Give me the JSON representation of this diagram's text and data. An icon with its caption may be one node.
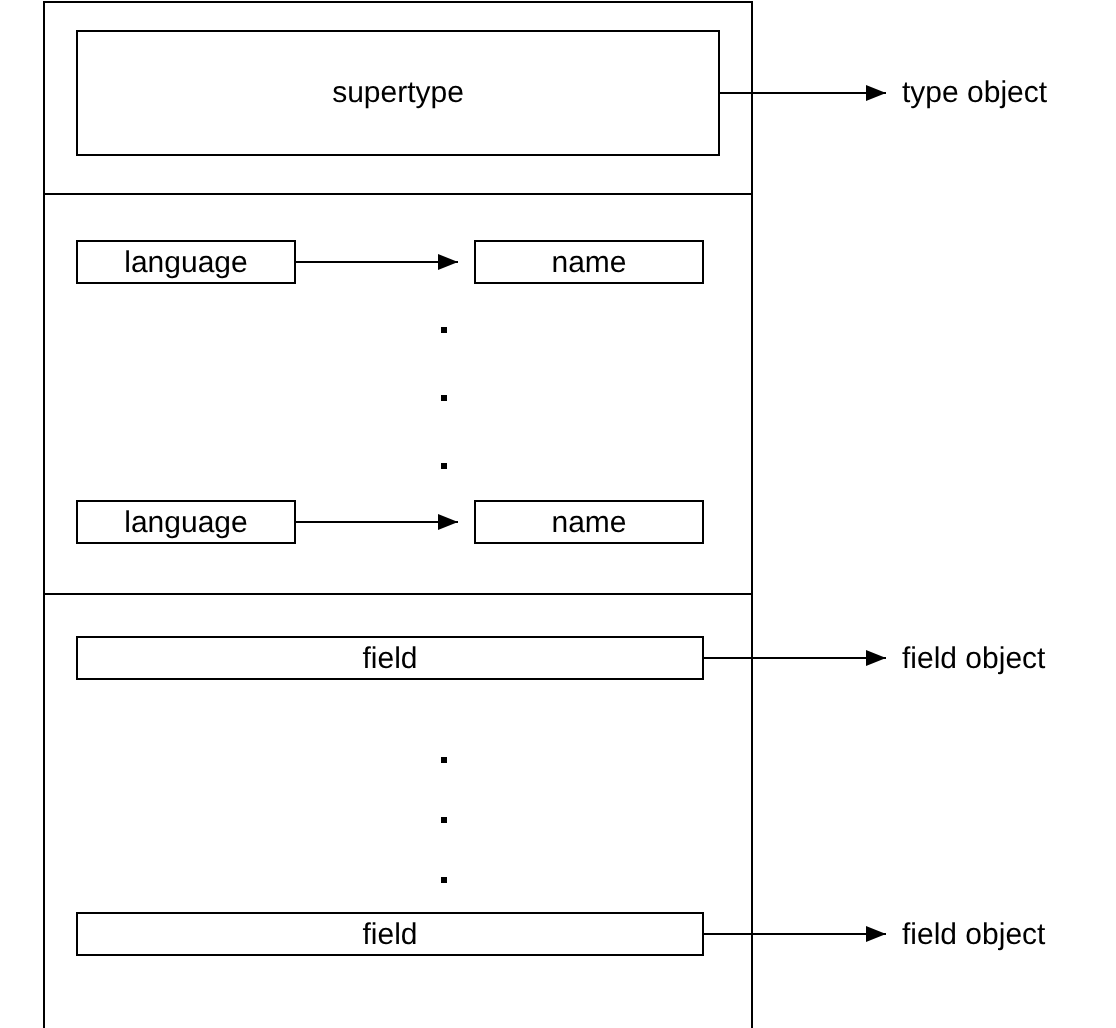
{
  "diagram": {
    "nodes": [
      {
        "text": [
          "supertype"
        ]
      },
      {
        "text": [
          "type object"
        ]
      },
      {
        "text": [
          "language"
        ]
      },
      {
        "text": [
          "name"
        ]
      },
      {
        "text": [
          "language"
        ]
      },
      {
        "text": [
          "name"
        ]
      },
      {
        "text": [
          "field"
        ]
      },
      {
        "text": [
          "field object"
        ]
      },
      {
        "text": [
          "field"
        ]
      },
      {
        "text": [
          "field object"
        ]
      }
    ],
    "edges": [
      {
        "from": 0,
        "to": 1,
        "arrow": "to"
      },
      {
        "from": 2,
        "to": 3,
        "arrow": "to"
      },
      {
        "from": 4,
        "to": 5,
        "arrow": "to"
      },
      {
        "from": 6,
        "to": 7,
        "arrow": "to"
      },
      {
        "from": 8,
        "to": 9,
        "arrow": "to"
      }
    ]
  }
}
